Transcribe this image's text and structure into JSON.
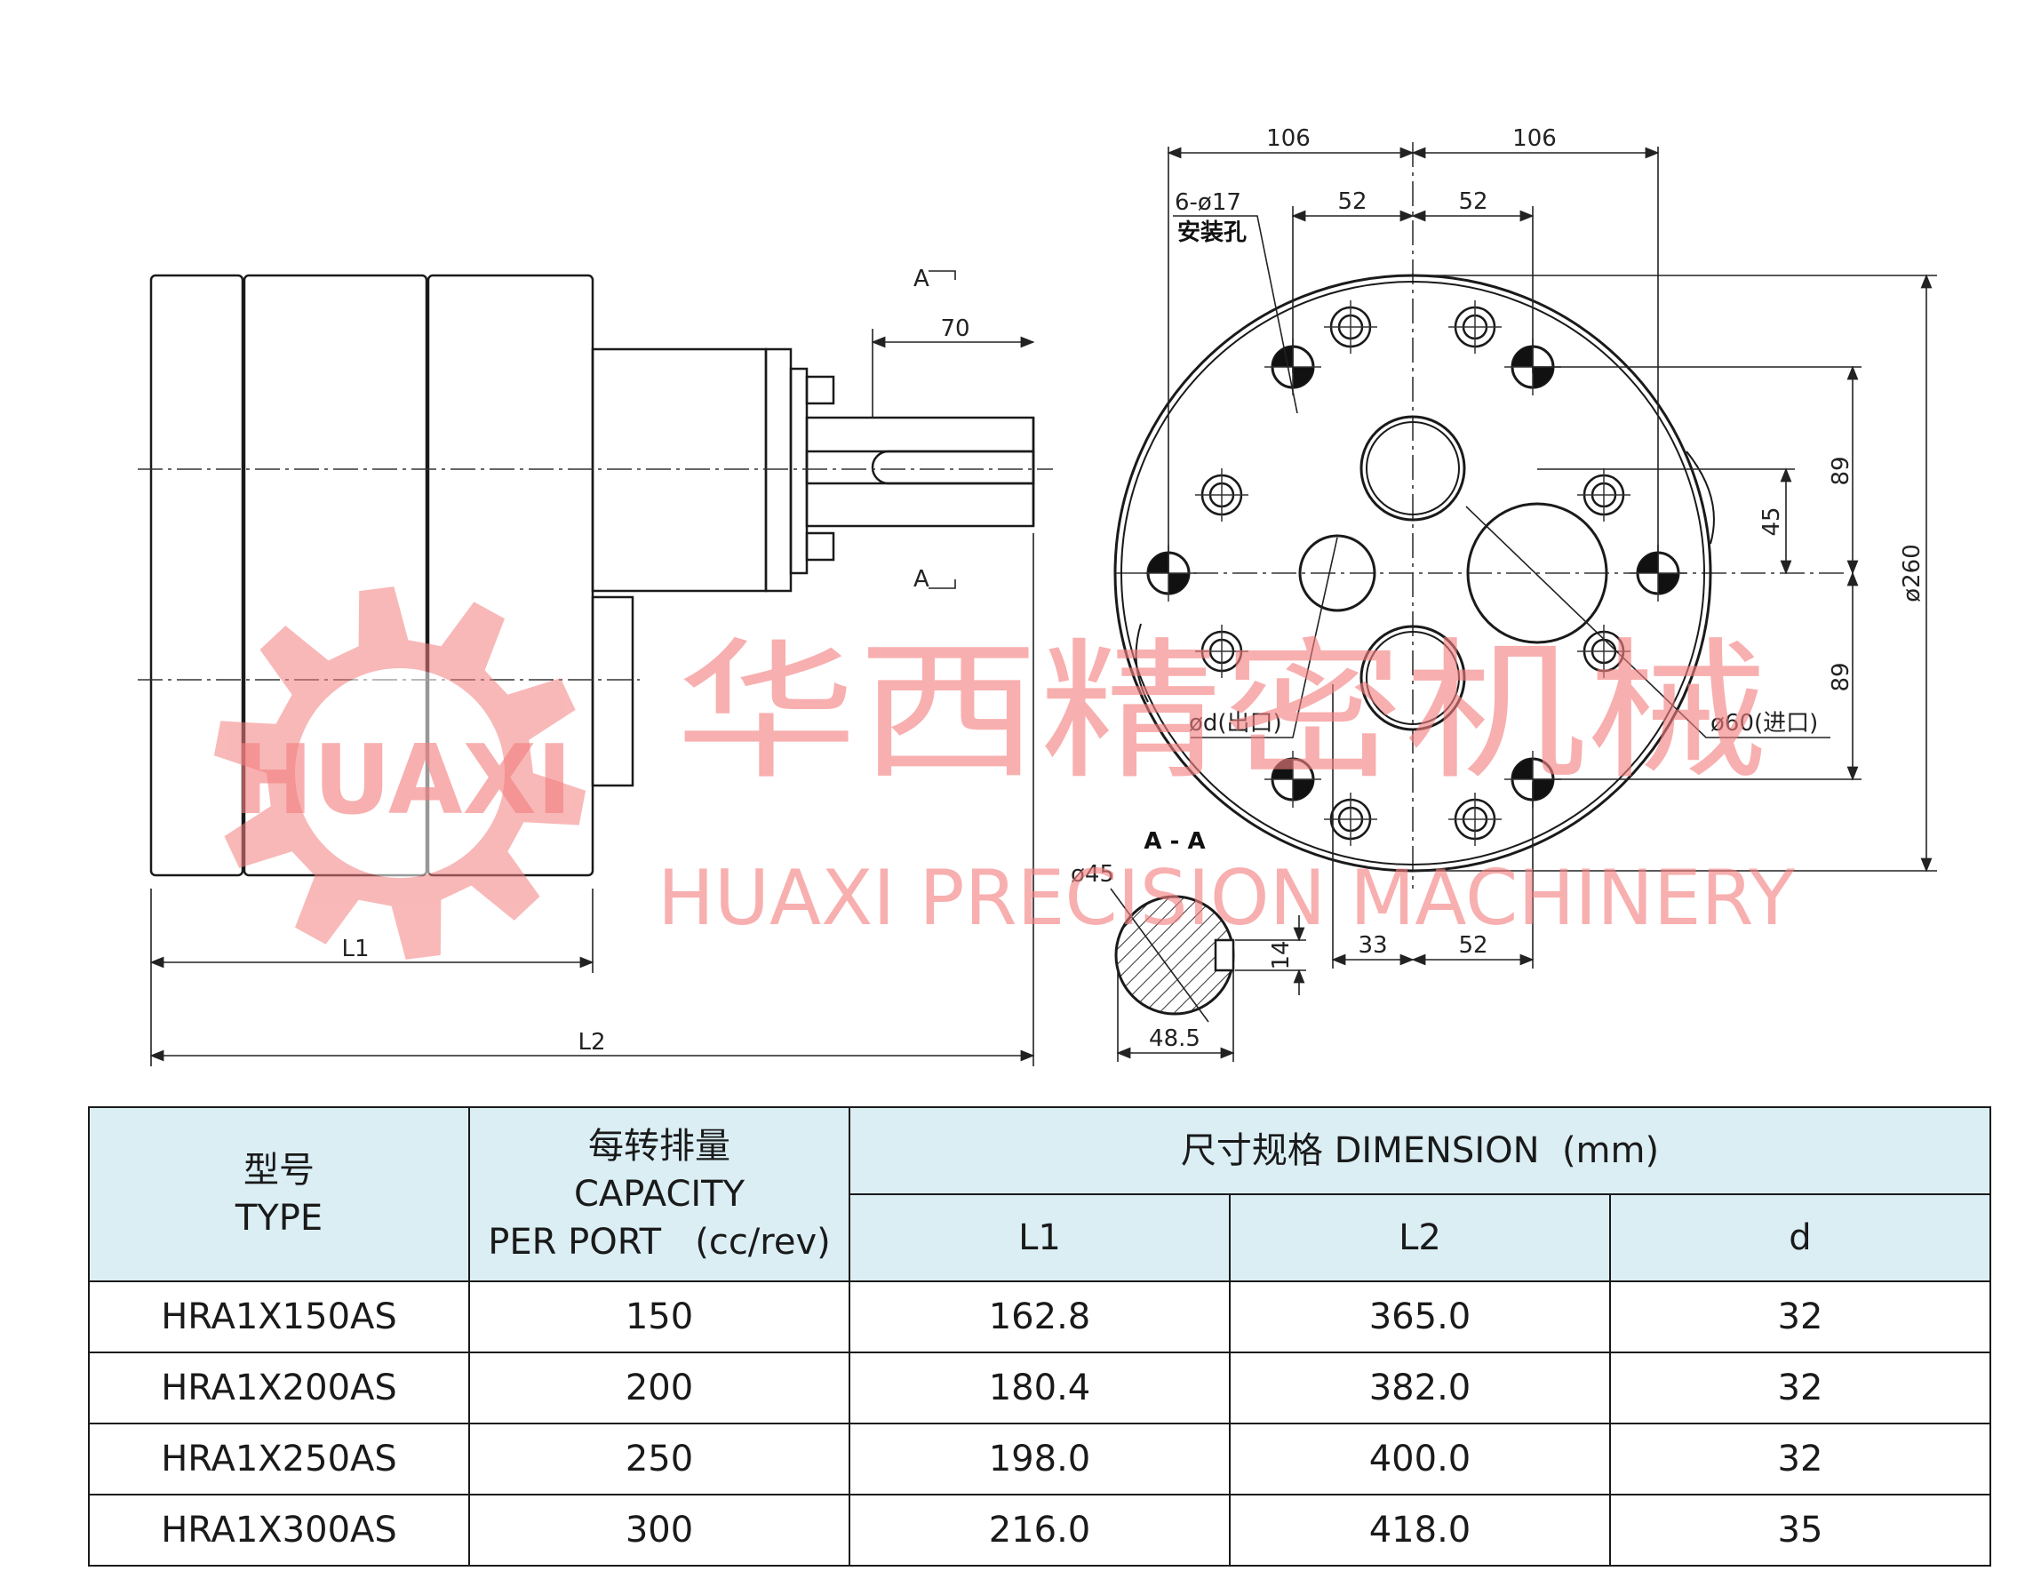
{
  "drawing": {
    "dim_labels": {
      "width_left": "106",
      "width_right": "106",
      "hole_left": "52",
      "hole_right": "52",
      "holes_spec": "6-ø17",
      "holes_label": "安装孔",
      "shaft_len": "70",
      "section_top": "A",
      "section_bottom": "A",
      "offset_upper": "89",
      "offset_lower": "89",
      "offset_mid": "45",
      "diameter_total": "ø260",
      "outlet": "ød(出口)",
      "inlet": "ø60(进口)",
      "section_title": "A - A",
      "shaft_dia": "ø45",
      "key_width": "14",
      "key_depth": "48.5",
      "bottom_left": "33",
      "bottom_right": "52",
      "L1": "L1",
      "L2": "L2"
    },
    "watermark": {
      "logo": "HUAXI",
      "chinese": "华西精密机械",
      "english": "HUAXI PRECISION MACHINERY",
      "color": "#f47f7f"
    }
  },
  "table": {
    "col_type": [
      "型号",
      "TYPE"
    ],
    "col_capacity": [
      "每转排量",
      "CAPACITY",
      "PER PORT   (cc/rev)"
    ],
    "col_dimension": "尺寸规格 DIMENSION  (mm)",
    "sub_headers": [
      "L1",
      "L2",
      "d"
    ],
    "header_bg": "#daeef4",
    "rows": [
      [
        "HRA1X150AS",
        "150",
        "162.8",
        "365.0",
        "32"
      ],
      [
        "HRA1X200AS",
        "200",
        "180.4",
        "382.0",
        "32"
      ],
      [
        "HRA1X250AS",
        "250",
        "198.0",
        "400.0",
        "32"
      ],
      [
        "HRA1X300AS",
        "300",
        "216.0",
        "418.0",
        "35"
      ]
    ]
  }
}
